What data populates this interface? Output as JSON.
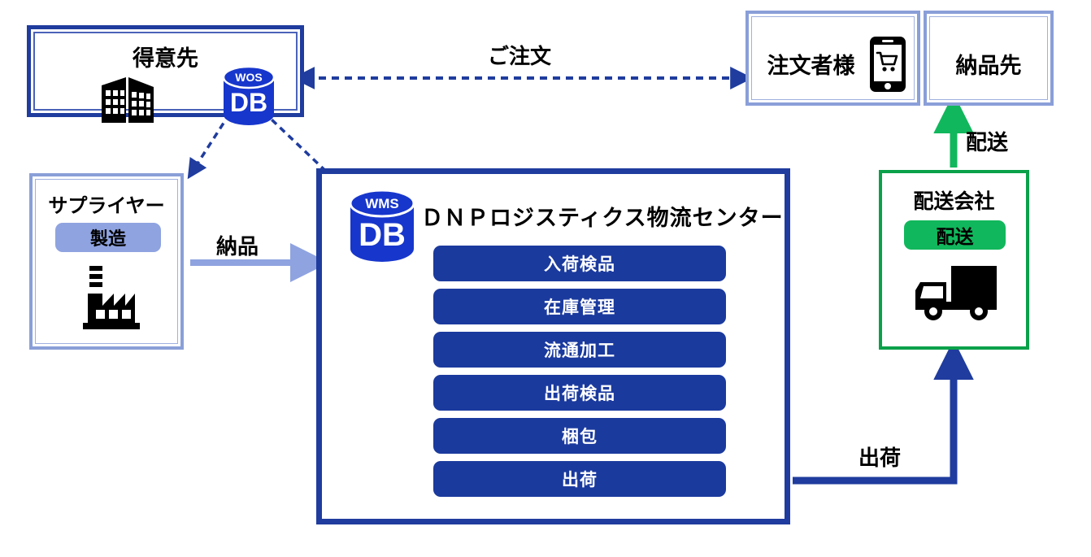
{
  "diagram": {
    "title": "DNP logistics center flow diagram",
    "colors": {
      "dark_blue": "#1f3c9e",
      "button_blue": "#1b3a9e",
      "db_blue": "#1736cc",
      "lilac": "#8a9fd8",
      "lilac_fill": "#8fa3e0",
      "green": "#0aa14a",
      "green_fill": "#11b75c",
      "black": "#000000"
    }
  },
  "customer": {
    "title": "得意先",
    "building_icon": "office-building-icon",
    "db": {
      "label_top": "WOS",
      "label_main": "DB"
    }
  },
  "supplier": {
    "title": "サプライヤー",
    "pill": "製造",
    "factory_icon": "factory-icon"
  },
  "orderer": {
    "title": "注文者様",
    "phone_icon": "smartphone-cart-icon"
  },
  "destination": {
    "title": "納品先"
  },
  "carrier": {
    "title": "配送会社",
    "pill": "配送",
    "truck_icon": "delivery-truck-icon"
  },
  "warehouse": {
    "title": "ＤＮＰロジスティクス物流センター",
    "db": {
      "label_top": "WMS",
      "label_main": "DB"
    },
    "processes": [
      {
        "label": "入荷検品"
      },
      {
        "label": "在庫管理"
      },
      {
        "label": "流通加工"
      },
      {
        "label": "出荷検品"
      },
      {
        "label": "梱包"
      },
      {
        "label": "出荷"
      }
    ]
  },
  "connectors": [
    {
      "name": "order-arrow",
      "label": "ご注文",
      "style": "dashed-bidirectional",
      "color": "#1f3c9e"
    },
    {
      "name": "supply-arrow",
      "label": "納品",
      "style": "solid-right",
      "color": "#8fa3e0"
    },
    {
      "name": "shipping-arrow",
      "label": "出荷",
      "style": "solid-elbow-up",
      "color": "#1f3c9e"
    },
    {
      "name": "delivery-arrow",
      "label": "配送",
      "style": "solid-up",
      "color": "#11b75c"
    },
    {
      "name": "wos-supplier-link",
      "label": "",
      "style": "dashed-bidirectional-diagonal",
      "color": "#1f3c9e"
    },
    {
      "name": "wos-wms-link",
      "label": "",
      "style": "dashed-bidirectional-diagonal",
      "color": "#1f3c9e"
    }
  ]
}
